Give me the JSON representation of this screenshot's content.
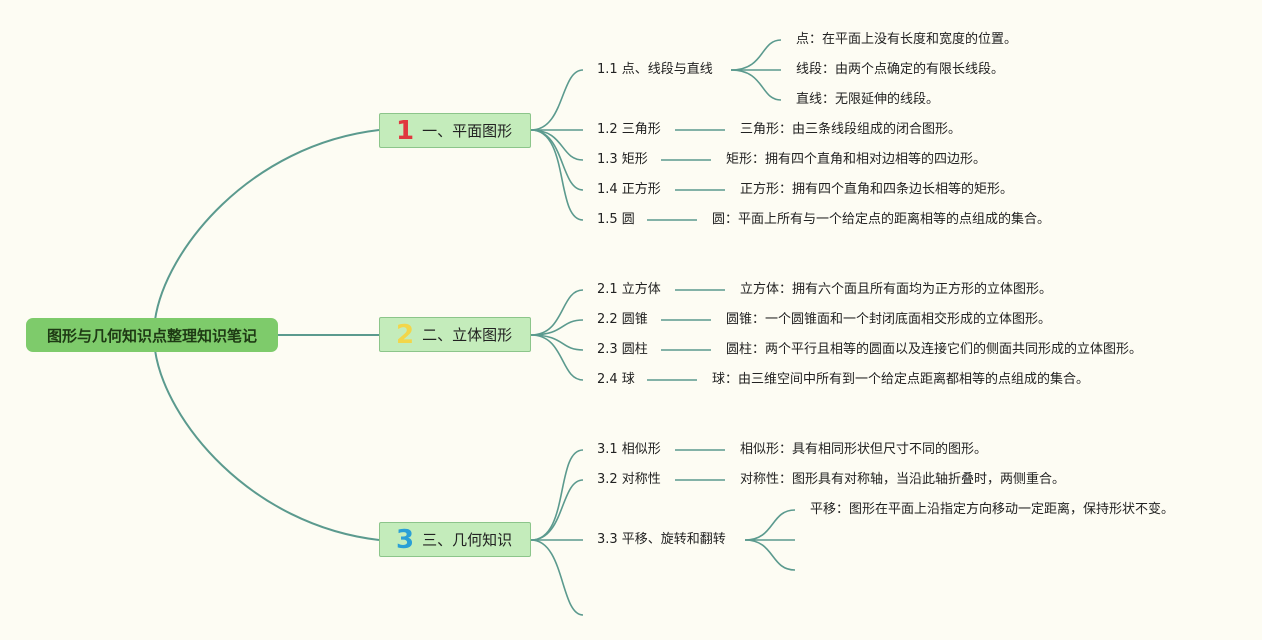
{
  "root": "图形与几何知识点整理知识笔记",
  "colors": {
    "num1": "#e0383e",
    "num2": "#f2d64a",
    "num3": "#2a9fd6",
    "line": "#5b9a8e"
  },
  "sections": [
    {
      "num": "1",
      "title": "一、平面图形",
      "children": [
        {
          "label": "1.1 点、线段与直线",
          "leaves": [
            "点：在平面上没有长度和宽度的位置。",
            "线段：由两个点确定的有限长线段。",
            "直线：无限延伸的线段。"
          ]
        },
        {
          "label": "1.2 三角形",
          "leaves": [
            "三角形：由三条线段组成的闭合图形。"
          ]
        },
        {
          "label": "1.3 矩形",
          "leaves": [
            "矩形：拥有四个直角和相对边相等的四边形。"
          ]
        },
        {
          "label": "1.4 正方形",
          "leaves": [
            "正方形：拥有四个直角和四条边长相等的矩形。"
          ]
        },
        {
          "label": "1.5 圆",
          "leaves": [
            "圆：平面上所有与一个给定点的距离相等的点组成的集合。"
          ]
        }
      ]
    },
    {
      "num": "2",
      "title": "二、立体图形",
      "children": [
        {
          "label": "2.1 立方体",
          "leaves": [
            "立方体：拥有六个面且所有面均为正方形的立体图形。"
          ]
        },
        {
          "label": "2.2 圆锥",
          "leaves": [
            "圆锥：一个圆锥面和一个封闭底面相交形成的立体图形。"
          ]
        },
        {
          "label": "2.3 圆柱",
          "leaves": [
            "圆柱：两个平行且相等的圆面以及连接它们的侧面共同形成的立体图形。"
          ]
        },
        {
          "label": "2.4 球",
          "leaves": [
            "球：由三维空间中所有到一个给定点距离都相等的点组成的集合。"
          ]
        }
      ]
    },
    {
      "num": "3",
      "title": "三、几何知识",
      "children": [
        {
          "label": "3.1 相似形",
          "leaves": [
            "相似形：具有相同形状但尺寸不同的图形。"
          ]
        },
        {
          "label": "3.2 对称性",
          "leaves": [
            "对称性：图形具有对称轴，当沿此轴折叠时，两侧重合。"
          ]
        },
        {
          "label": "3.3 平移、旋转和翻转",
          "leaves": [
            "平移：图形在平面上沿指定方向移动一定距离，保持形状不变。"
          ]
        }
      ]
    }
  ]
}
